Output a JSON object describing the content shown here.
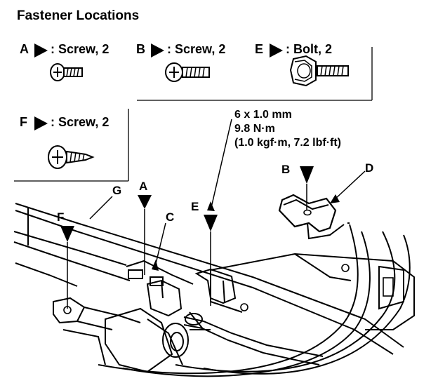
{
  "title": "Fastener Locations",
  "fasteners": [
    {
      "letter": "A",
      "description": ": Screw, 2",
      "icon": "screw-icon"
    },
    {
      "letter": "B",
      "description": ": Screw, 2",
      "icon": "screw-icon"
    },
    {
      "letter": "E",
      "description": ": Bolt, 2",
      "icon": "hex-bolt-icon"
    },
    {
      "letter": "F",
      "description": ": Screw, 2",
      "icon": "tapping-screw-icon"
    }
  ],
  "callouts": {
    "A": "A",
    "B": "B",
    "C": "C",
    "D": "D",
    "E": "E",
    "F": "F",
    "G": "G"
  },
  "torque_spec": {
    "size": "6 x 1.0 mm",
    "torque_nm": "9.8 N·m",
    "torque_alt": "(1.0 kgf·m, 7.2 lbf·ft)"
  }
}
